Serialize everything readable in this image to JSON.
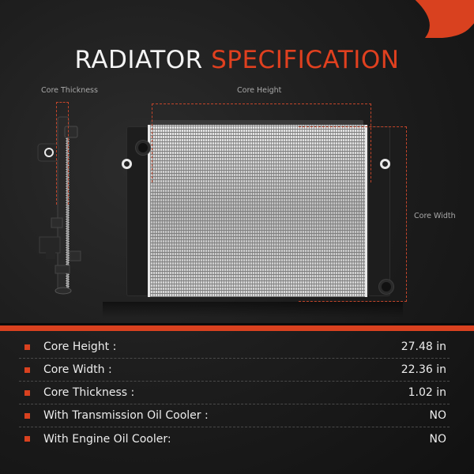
{
  "header": {
    "title_part1": "RADIATOR",
    "title_part2": "SPECIFICATION"
  },
  "colors": {
    "accent": "#d9411f",
    "background": "#1e1e1e",
    "text": "#ededed",
    "label": "#a9a9a9"
  },
  "diagram": {
    "labels": {
      "core_thickness": "Core Thickness",
      "core_height": "Core Height",
      "core_width": "Core Width"
    }
  },
  "specs": [
    {
      "label": "Core Height :",
      "value": "27.48 in"
    },
    {
      "label": "Core Width :",
      "value": "22.36 in"
    },
    {
      "label": "Core Thickness :",
      "value": "1.02 in"
    },
    {
      "label": "With Transmission Oil Cooler :",
      "value": "NO"
    },
    {
      "label": "With Engine Oil Cooler:",
      "value": "NO"
    }
  ]
}
